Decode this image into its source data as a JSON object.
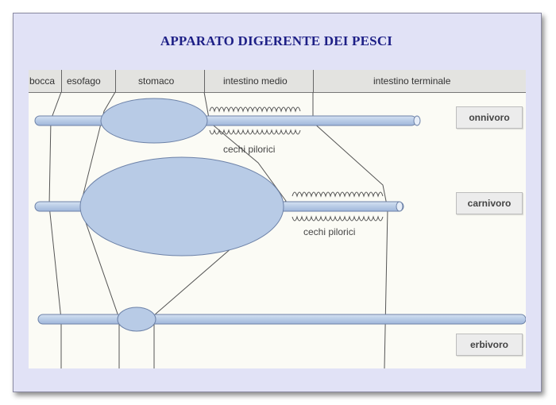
{
  "title": "APPARATO DIGERENTE DEI PESCI",
  "sections": [
    "bocca",
    "esofago",
    "stomaco",
    "intestino medio",
    "intestino terminale"
  ],
  "diets": [
    "onnivoro",
    "carnivoro",
    "erbivoro"
  ],
  "annotations": {
    "caeca_omnivore": "cechi pilorici",
    "caeca_carnivore": "cechi pilorici"
  },
  "colors": {
    "background": "#e1e2f6",
    "title": "#1d1f86",
    "organ_fill": "#b8cbe6",
    "panel": "#fbfbf5"
  }
}
